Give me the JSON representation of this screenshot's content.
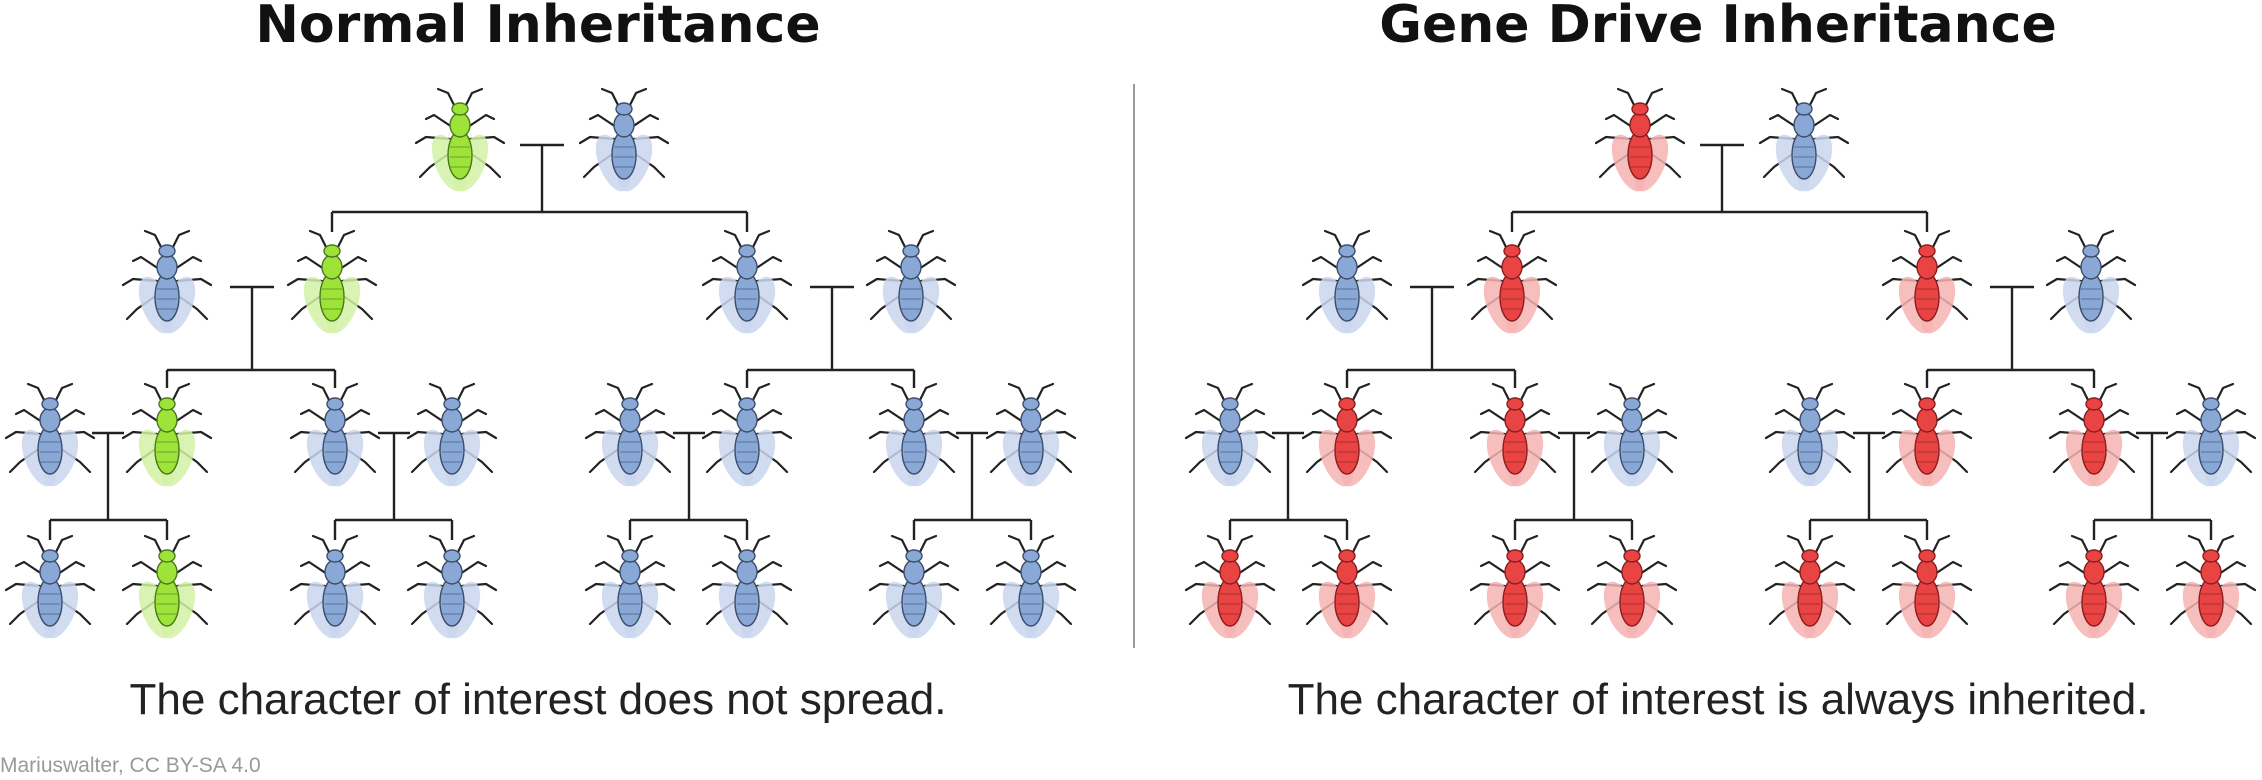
{
  "left": {
    "title": "Normal Inheritance",
    "caption": "The character of interest does not spread."
  },
  "right": {
    "title": "Gene Drive Inheritance",
    "caption": "The character of interest is always inherited."
  },
  "credit": "Mariuswalter, CC BY-SA 4.0",
  "colors": {
    "wildtype": {
      "body": "#89a8d6",
      "wing": "#c9d6ee",
      "stroke": "#3b4d6b"
    },
    "normal_trait": {
      "body": "#9ee33a",
      "wing": "#d2f2a4",
      "stroke": "#4a7a18"
    },
    "gene_drive_trait": {
      "body": "#e94444",
      "wing": "#f6b3b3",
      "stroke": "#8a1d1d"
    },
    "line": "#222222"
  },
  "icons": {
    "fly": "fly-icon"
  },
  "pedigrees": {
    "normal": {
      "trait": "normal_trait",
      "root": [
        "T",
        "W"
      ],
      "children": [
        "W",
        "T",
        "W",
        "W"
      ],
      "grandchildren": [
        "W",
        "T",
        "W",
        "W",
        "W",
        "W",
        "W",
        "W"
      ],
      "great_grandchildren": [
        "W",
        "T",
        "W",
        "W",
        "W",
        "W",
        "W",
        "W"
      ]
    },
    "gene_drive": {
      "trait": "gene_drive_trait",
      "root": [
        "T",
        "W"
      ],
      "children": [
        "W",
        "T",
        "T",
        "W"
      ],
      "grandchildren": [
        "W",
        "T",
        "T",
        "W",
        "W",
        "T",
        "T",
        "W"
      ],
      "great_grandchildren": [
        "T",
        "T",
        "T",
        "T",
        "T",
        "T",
        "T",
        "T"
      ]
    }
  }
}
